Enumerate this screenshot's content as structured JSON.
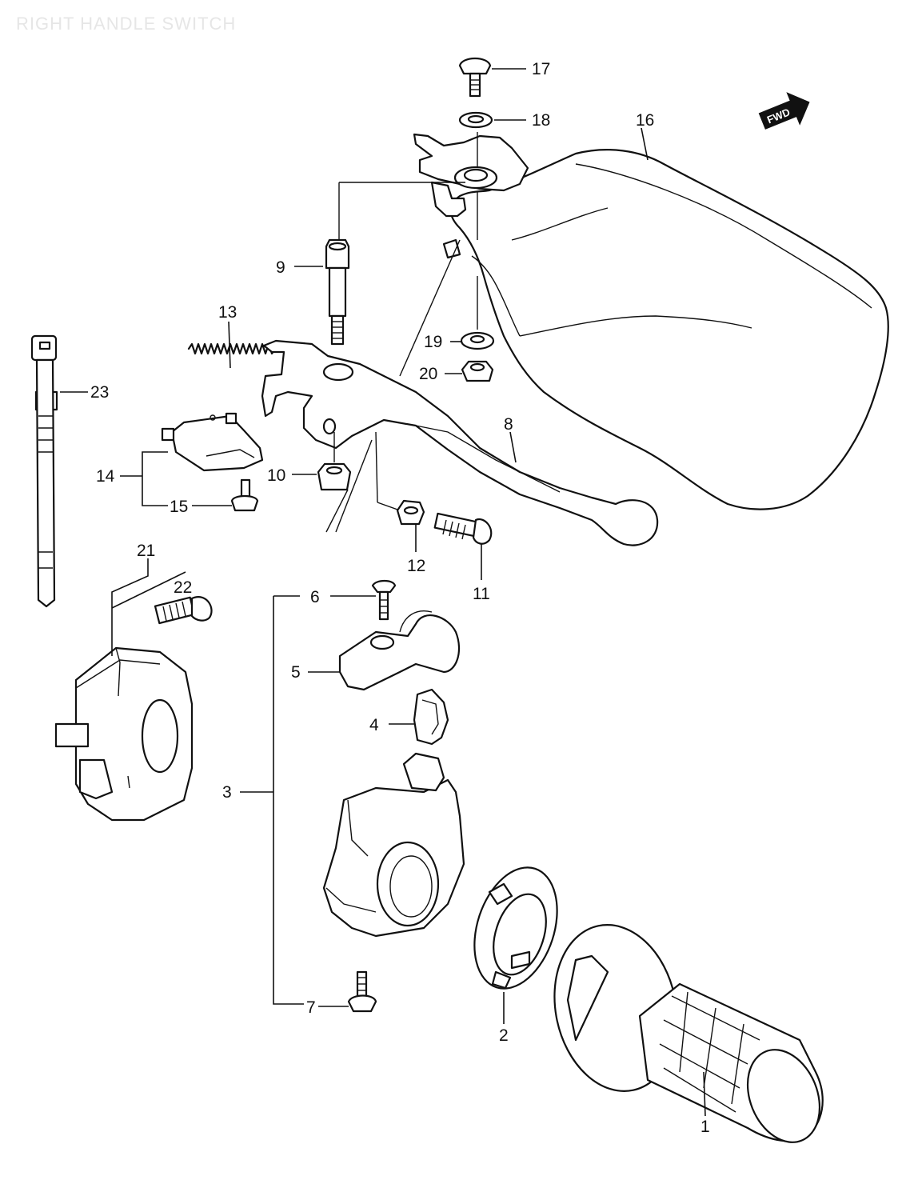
{
  "title": "RIGHT HANDLE SWITCH",
  "direction_badge": "FWD",
  "callouts": [
    "1",
    "2",
    "3",
    "4",
    "5",
    "6",
    "7",
    "8",
    "9",
    "10",
    "11",
    "12",
    "13",
    "14",
    "15",
    "16",
    "17",
    "18",
    "19",
    "20",
    "21",
    "22",
    "23"
  ]
}
